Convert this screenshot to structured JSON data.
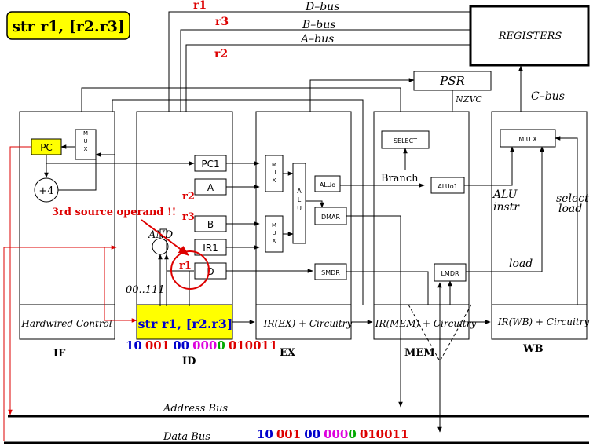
{
  "title": "str r1, [r2.r3]",
  "registers": {
    "registers_box": "REGISTERS",
    "psr": "PSR",
    "nzvc": "NZVC",
    "c_bus": "C–bus",
    "d_bus": "D–bus",
    "b_bus": "B–bus",
    "a_bus": "A–bus"
  },
  "bus_reg_labels": {
    "d": "r1",
    "b": "r3",
    "a": "r2",
    "id_top": "r2",
    "id_mid": "r3",
    "id_d": "r1"
  },
  "stages": {
    "if": "IF",
    "id": "ID",
    "ex": "EX",
    "mem": "MEM",
    "wb": "WB"
  },
  "if_stage": {
    "pc": "PC",
    "mux": "M\nU\nX",
    "plus4": "+4",
    "hardwired": "Hardwired Control"
  },
  "id_stage": {
    "pc1": "PC1",
    "a": "A",
    "b": "B",
    "ir1": "IR1",
    "d": "D",
    "and": "AND",
    "zeros": "00..111",
    "instr": "str r1, [r2.r3]",
    "annotation": "3rd source operand !!"
  },
  "ex_stage": {
    "mux1": "M\nU\nX",
    "mux2": "M\nU\nX",
    "alu": "A\nL\nU",
    "aluo": "ALUo",
    "dmar": "DMAR",
    "smdr": "SMDR",
    "ir": "IR(EX) + Circuitry"
  },
  "mem_stage": {
    "select": "SELECT",
    "branch": "Branch",
    "aluo1": "ALUo1",
    "lmdr": "LMDR",
    "ir": "IR(MEM) + Circuitry"
  },
  "wb_stage": {
    "mux": "M U X",
    "alu_instr_1": "ALU",
    "alu_instr_2": "instr",
    "select_load_1": "select",
    "select_load_2": "load",
    "load": "load",
    "ir": "IR(WB) + Circuitry"
  },
  "buses": {
    "address": "Address Bus",
    "data": "Data Bus"
  },
  "encoding": {
    "parts": [
      "10",
      "001",
      "00",
      "000",
      "0",
      "010011"
    ],
    "colors": [
      "#0000cc",
      "#dd0000",
      "#0000cc",
      "#dd00dd",
      "#00aa00",
      "#dd0000"
    ]
  },
  "colors": {
    "title_bg": "#ffff00",
    "red": "#dd0000",
    "yellow": "#ffff00"
  }
}
